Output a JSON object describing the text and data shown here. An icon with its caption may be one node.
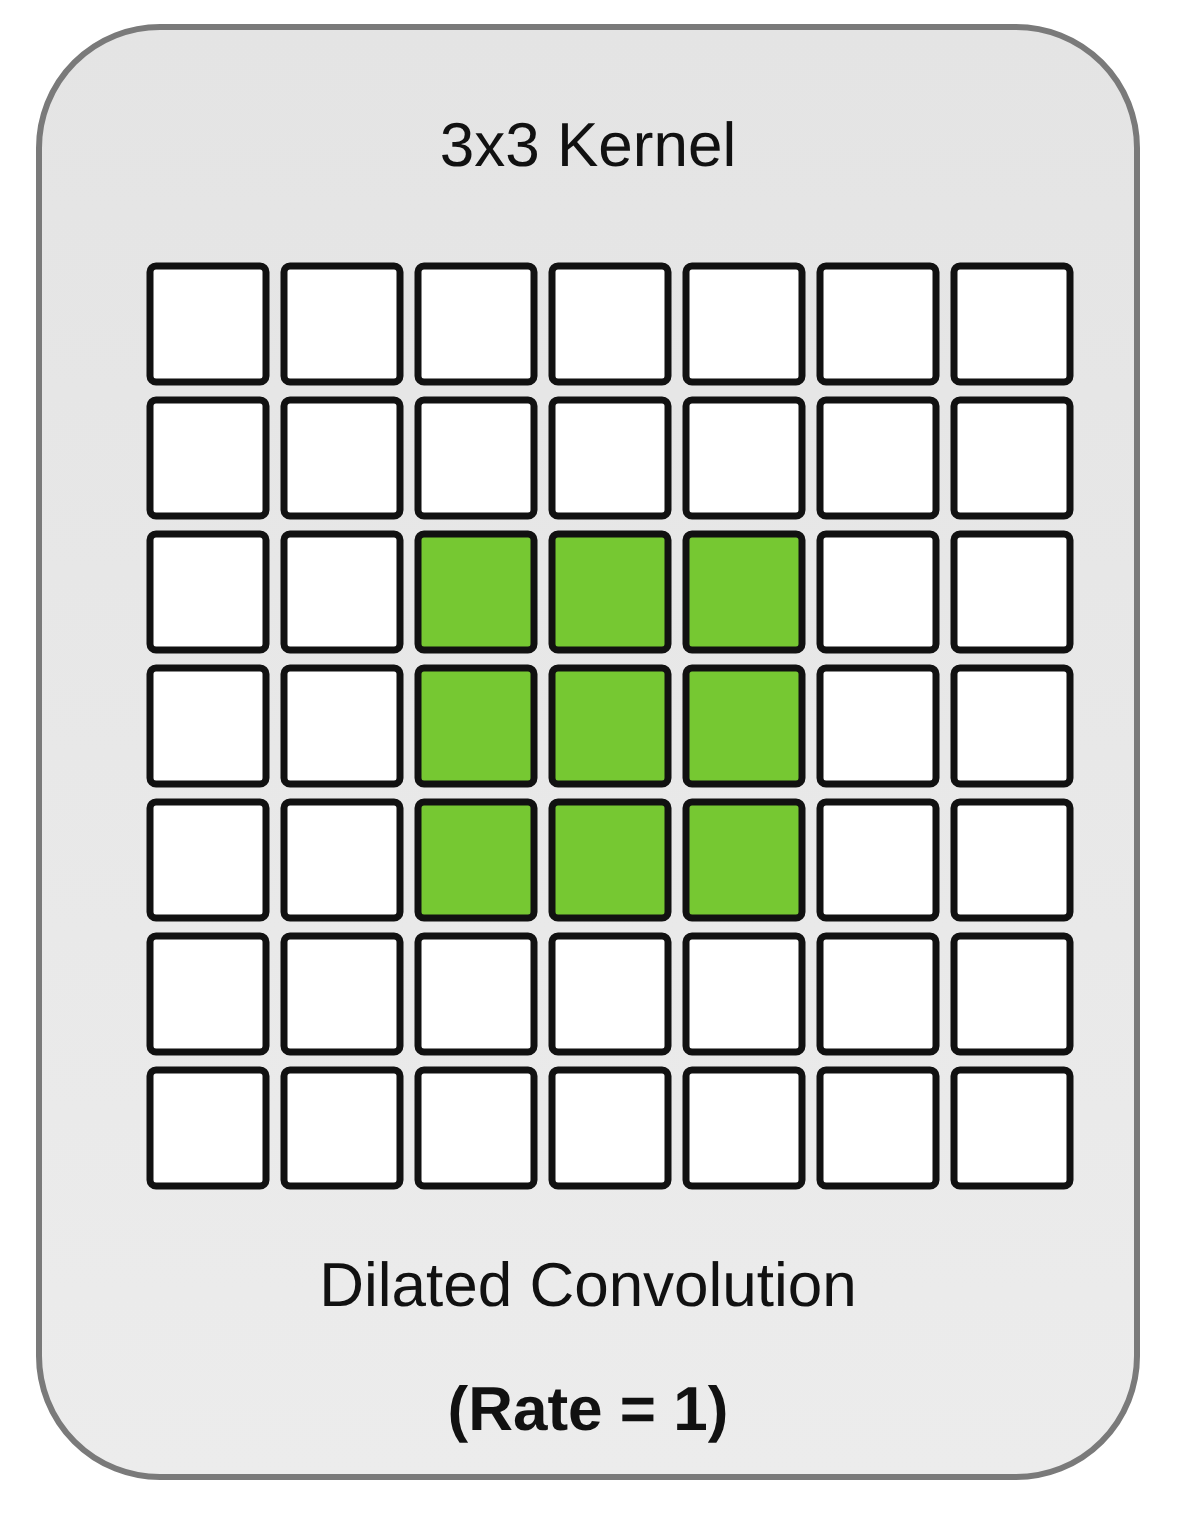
{
  "diagram": {
    "nodes": [
      {
        "text": [
          "3x3 Kernel",
          "Dilated Convolution",
          "(Rate = 1)"
        ]
      }
    ]
  }
}
